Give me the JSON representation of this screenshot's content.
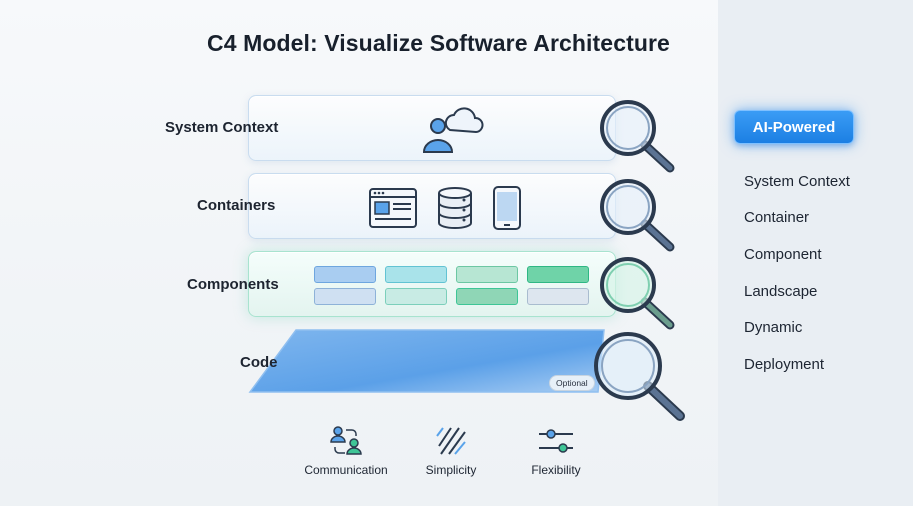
{
  "title": "C4 Model: Visualize Software Architecture",
  "layers": [
    {
      "label": "System Context"
    },
    {
      "label": "Containers"
    },
    {
      "label": "Components"
    },
    {
      "label": "Code"
    }
  ],
  "optional_tag": "Optional",
  "principles": [
    {
      "label": "Communication",
      "icon": "people-exchange-icon"
    },
    {
      "label": "Simplicity",
      "icon": "slashes-icon"
    },
    {
      "label": "Flexibility",
      "icon": "sliders-icon"
    }
  ],
  "sidebar": {
    "badge": "AI-Powered",
    "items": [
      {
        "label": "System Context"
      },
      {
        "label": "Container"
      },
      {
        "label": "Component"
      },
      {
        "label": "Landscape"
      },
      {
        "label": "Dynamic"
      },
      {
        "label": "Deployment"
      }
    ]
  },
  "colors": {
    "accent_blue": "#1c7fe3",
    "component_green": "#3ec596",
    "code_layer_blue": "#5ba0e8"
  }
}
